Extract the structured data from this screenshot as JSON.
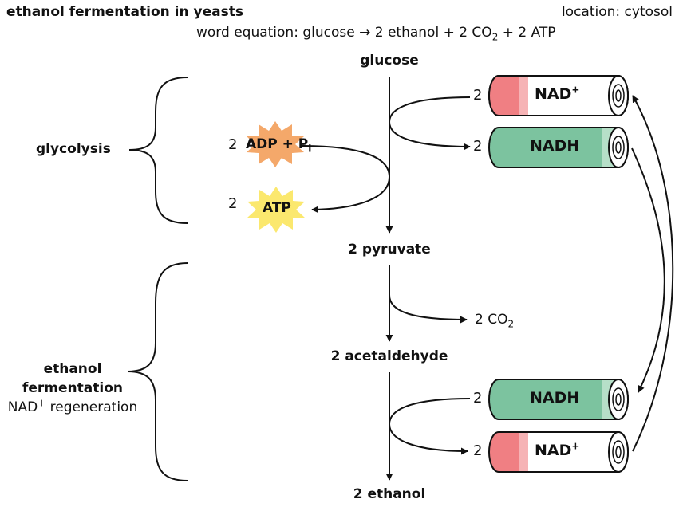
{
  "title": "ethanol fermentation in yeasts",
  "location": "location: cytosol",
  "word_equation": {
    "prefix": "word equation: glucose → 2 ethanol + 2 CO",
    "co2_sub": "2",
    "suffix": " + 2 ATP"
  },
  "metabolites": {
    "glucose": "glucose",
    "pyruvate": "2 pyruvate",
    "acetaldehyde": "2 acetaldehyde",
    "ethanol": "2 ethanol"
  },
  "co2": {
    "text": "2 CO",
    "sub": "2"
  },
  "sections": {
    "glycolysis": "glycolysis",
    "fermentation_line1": "ethanol",
    "fermentation_line2": "fermentation",
    "regeneration_base": "NAD",
    "regeneration_sup": "+",
    "regeneration_rest": " regeneration"
  },
  "coefficients": {
    "nad_top": "2",
    "nadh_top": "2",
    "adp": "2",
    "atp": "2",
    "nadh_bottom": "2",
    "nad_bottom": "2"
  },
  "energy": {
    "adp_label": "ADP + P",
    "adp_sub": "i",
    "atp_label": "ATP"
  },
  "carriers": {
    "nad_label": "NAD",
    "nad_sup": "+",
    "nadh_label": "NADH"
  },
  "colors": {
    "nad_plus": "#f07f83",
    "nadh": "#7cc39f",
    "adp_star": "#f4a86a",
    "atp_star": "#fbe86e"
  }
}
